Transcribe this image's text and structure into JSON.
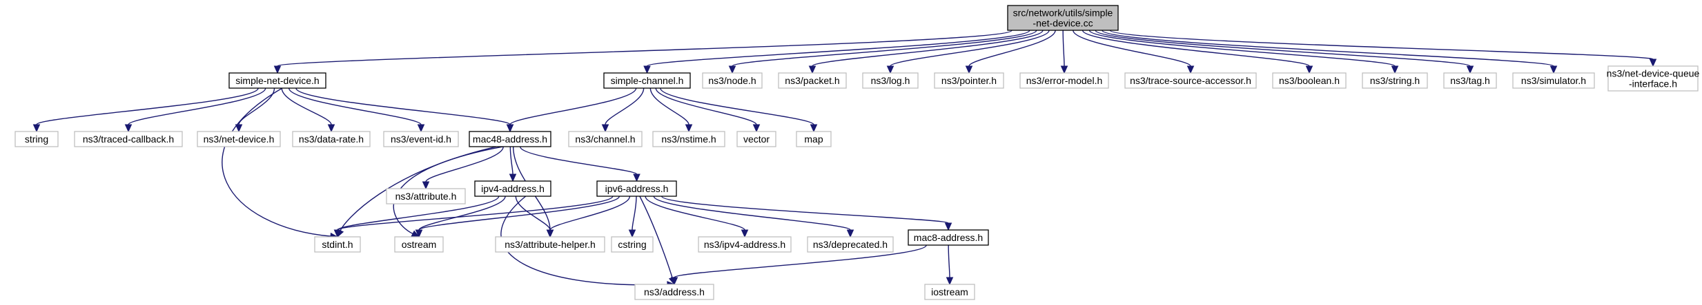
{
  "graph": {
    "nodes": {
      "root": {
        "label": [
          "src/network/utils/simple",
          "-net-device.cc"
        ],
        "style": "root"
      },
      "simple_net_device_h": {
        "label": [
          "simple-net-device.h"
        ],
        "style": "black"
      },
      "simple_channel_h": {
        "label": [
          "simple-channel.h"
        ],
        "style": "black"
      },
      "ns3_node_h": {
        "label": [
          "ns3/node.h"
        ],
        "style": "grey"
      },
      "ns3_packet_h": {
        "label": [
          "ns3/packet.h"
        ],
        "style": "grey"
      },
      "ns3_log_h": {
        "label": [
          "ns3/log.h"
        ],
        "style": "grey"
      },
      "ns3_pointer_h": {
        "label": [
          "ns3/pointer.h"
        ],
        "style": "grey"
      },
      "ns3_error_model_h": {
        "label": [
          "ns3/error-model.h"
        ],
        "style": "grey"
      },
      "ns3_trace_source_accessor_h": {
        "label": [
          "ns3/trace-source-accessor.h"
        ],
        "style": "grey"
      },
      "ns3_boolean_h": {
        "label": [
          "ns3/boolean.h"
        ],
        "style": "grey"
      },
      "ns3_string_h": {
        "label": [
          "ns3/string.h"
        ],
        "style": "grey"
      },
      "ns3_tag_h": {
        "label": [
          "ns3/tag.h"
        ],
        "style": "grey"
      },
      "ns3_simulator_h": {
        "label": [
          "ns3/simulator.h"
        ],
        "style": "grey"
      },
      "ns3_net_device_queue_interface_h": {
        "label": [
          "ns3/net-device-queue",
          "-interface.h"
        ],
        "style": "grey"
      },
      "string": {
        "label": [
          "string"
        ],
        "style": "grey"
      },
      "ns3_traced_callback_h": {
        "label": [
          "ns3/traced-callback.h"
        ],
        "style": "grey"
      },
      "ns3_net_device_h": {
        "label": [
          "ns3/net-device.h"
        ],
        "style": "grey"
      },
      "ns3_data_rate_h": {
        "label": [
          "ns3/data-rate.h"
        ],
        "style": "grey"
      },
      "ns3_event_id_h": {
        "label": [
          "ns3/event-id.h"
        ],
        "style": "grey"
      },
      "mac48_address_h": {
        "label": [
          "mac48-address.h"
        ],
        "style": "black"
      },
      "ns3_channel_h": {
        "label": [
          "ns3/channel.h"
        ],
        "style": "grey"
      },
      "ns3_nstime_h": {
        "label": [
          "ns3/nstime.h"
        ],
        "style": "grey"
      },
      "vector": {
        "label": [
          "vector"
        ],
        "style": "grey"
      },
      "map": {
        "label": [
          "map"
        ],
        "style": "grey"
      },
      "ns3_attribute_h": {
        "label": [
          "ns3/attribute.h"
        ],
        "style": "grey"
      },
      "ipv4_address_h": {
        "label": [
          "ipv4-address.h"
        ],
        "style": "black"
      },
      "ipv6_address_h": {
        "label": [
          "ipv6-address.h"
        ],
        "style": "black"
      },
      "stdint_h": {
        "label": [
          "stdint.h"
        ],
        "style": "grey"
      },
      "ostream": {
        "label": [
          "ostream"
        ],
        "style": "grey"
      },
      "ns3_attribute_helper_h": {
        "label": [
          "ns3/attribute-helper.h"
        ],
        "style": "grey"
      },
      "cstring": {
        "label": [
          "cstring"
        ],
        "style": "grey"
      },
      "ns3_ipv4_address_h": {
        "label": [
          "ns3/ipv4-address.h"
        ],
        "style": "grey"
      },
      "ns3_deprecated_h": {
        "label": [
          "ns3/deprecated.h"
        ],
        "style": "grey"
      },
      "mac8_address_h": {
        "label": [
          "mac8-address.h"
        ],
        "style": "black"
      },
      "ns3_address_h": {
        "label": [
          "ns3/address.h"
        ],
        "style": "grey"
      },
      "iostream": {
        "label": [
          "iostream"
        ],
        "style": "grey"
      }
    },
    "edges": [
      [
        "root",
        "simple_net_device_h"
      ],
      [
        "root",
        "simple_channel_h"
      ],
      [
        "root",
        "ns3_node_h"
      ],
      [
        "root",
        "ns3_packet_h"
      ],
      [
        "root",
        "ns3_log_h"
      ],
      [
        "root",
        "ns3_pointer_h"
      ],
      [
        "root",
        "ns3_error_model_h"
      ],
      [
        "root",
        "ns3_trace_source_accessor_h"
      ],
      [
        "root",
        "ns3_boolean_h"
      ],
      [
        "root",
        "ns3_string_h"
      ],
      [
        "root",
        "ns3_tag_h"
      ],
      [
        "root",
        "ns3_simulator_h"
      ],
      [
        "root",
        "ns3_net_device_queue_interface_h"
      ],
      [
        "simple_net_device_h",
        "string"
      ],
      [
        "simple_net_device_h",
        "ns3_traced_callback_h"
      ],
      [
        "simple_net_device_h",
        "ns3_net_device_h"
      ],
      [
        "simple_net_device_h",
        "ns3_data_rate_h"
      ],
      [
        "simple_net_device_h",
        "ns3_event_id_h"
      ],
      [
        "simple_net_device_h",
        "mac48_address_h"
      ],
      [
        "simple_net_device_h",
        "stdint_h"
      ],
      [
        "simple_channel_h",
        "mac48_address_h"
      ],
      [
        "simple_channel_h",
        "ns3_channel_h"
      ],
      [
        "simple_channel_h",
        "ns3_nstime_h"
      ],
      [
        "simple_channel_h",
        "vector"
      ],
      [
        "simple_channel_h",
        "map"
      ],
      [
        "mac48_address_h",
        "ns3_attribute_h"
      ],
      [
        "mac48_address_h",
        "ipv4_address_h"
      ],
      [
        "mac48_address_h",
        "ipv6_address_h"
      ],
      [
        "mac48_address_h",
        "stdint_h"
      ],
      [
        "mac48_address_h",
        "ostream"
      ],
      [
        "mac48_address_h",
        "ns3_attribute_helper_h"
      ],
      [
        "ipv4_address_h",
        "stdint_h"
      ],
      [
        "ipv4_address_h",
        "ostream"
      ],
      [
        "ipv4_address_h",
        "ns3_attribute_helper_h"
      ],
      [
        "ipv4_address_h",
        "ns3_address_h"
      ],
      [
        "ipv6_address_h",
        "stdint_h"
      ],
      [
        "ipv6_address_h",
        "ostream"
      ],
      [
        "ipv6_address_h",
        "ns3_attribute_helper_h"
      ],
      [
        "ipv6_address_h",
        "cstring"
      ],
      [
        "ipv6_address_h",
        "ns3_ipv4_address_h"
      ],
      [
        "ipv6_address_h",
        "ns3_deprecated_h"
      ],
      [
        "ipv6_address_h",
        "mac8_address_h"
      ],
      [
        "ipv6_address_h",
        "ns3_address_h"
      ],
      [
        "mac8_address_h",
        "ns3_address_h"
      ],
      [
        "mac8_address_h",
        "iostream"
      ]
    ]
  },
  "colors": {
    "edge": "#191970",
    "root_fill": "#bfbfbf",
    "grey_border": "#bfbfbf",
    "black_border": "#000000"
  }
}
